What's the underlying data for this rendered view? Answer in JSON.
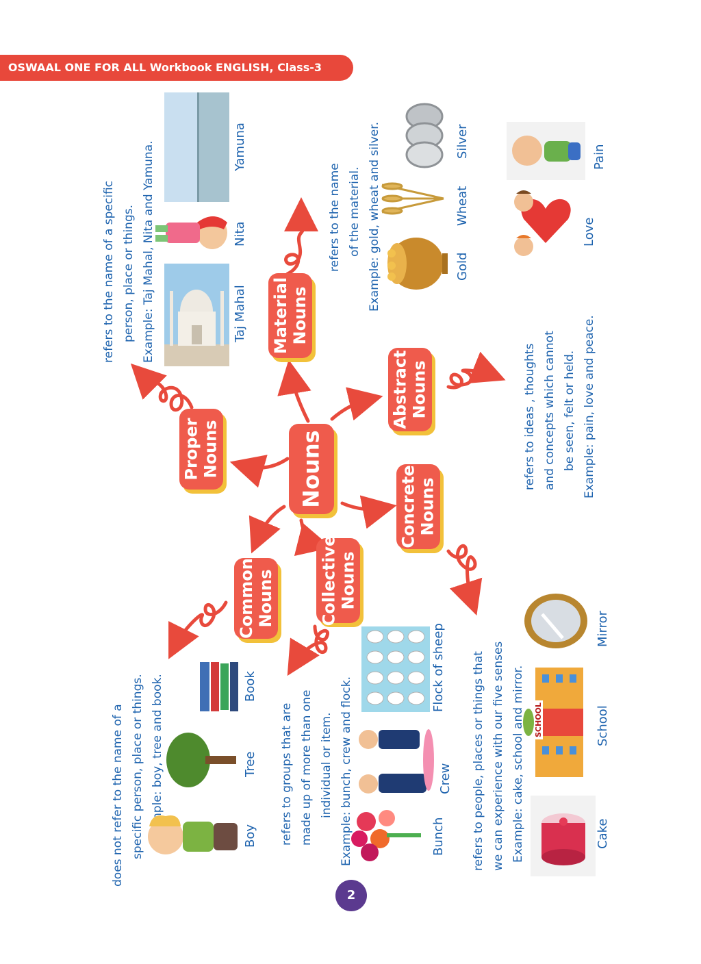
{
  "header": {
    "title": "OSWAAL ONE FOR ALL Workbook ENGLISH, Class-3"
  },
  "page_number": "2",
  "center_node": {
    "label": "Nouns"
  },
  "nodes": {
    "proper": {
      "label": "Proper\nNouns"
    },
    "material": {
      "label": "Material\nNouns"
    },
    "abstract": {
      "label": "Abstract\nNouns"
    },
    "concrete": {
      "label": "Concrete\nNouns"
    },
    "collective": {
      "label": "Collective\nNouns"
    },
    "common": {
      "label": "Common\nNouns"
    }
  },
  "descriptions": {
    "proper": [
      "refers to the name of a specific",
      "person, place or things.",
      "Example: Taj Mahal, Nita and Yamuna."
    ],
    "material": [
      "refers to the name",
      "of the material.",
      "Example: gold, wheat and silver."
    ],
    "abstract": [
      "refers to ideas , thoughts",
      "and concepts which cannot",
      "be seen, felt or held.",
      "Example: pain, love and peace."
    ],
    "concrete": [
      "refers to people, places or things that",
      "we can experience with our five senses",
      "Example: cake, school and mirror."
    ],
    "collective": [
      "refers to groups that are",
      "made up of more than one",
      "individual or item.",
      "Example: bunch, crew and flock."
    ],
    "common": [
      "does not refer to  the name of a",
      "specific person, place or things.",
      "Example: boy, tree and book."
    ]
  },
  "captions": {
    "taj_mahal": "Taj Mahal",
    "nita": "Nita",
    "yamuna": "Yamuna",
    "gold": "Gold",
    "wheat": "Wheat",
    "silver": "Silver",
    "love": "Love",
    "pain": "Pain",
    "cake": "Cake",
    "school": "School",
    "mirror": "Mirror",
    "bunch": "Bunch",
    "crew": "Crew",
    "flock": "Flock of sheep",
    "boy": "Boy",
    "tree": "Tree",
    "book": "Book"
  },
  "school_sign": "SCHOOL",
  "colors": {
    "header": "#e8483b",
    "node": "#ef5b4c",
    "node_shadow": "#f2c13a",
    "text": "#1e63ae",
    "arrow": "#e84a3c",
    "page_badge": "#5b3a8f"
  }
}
